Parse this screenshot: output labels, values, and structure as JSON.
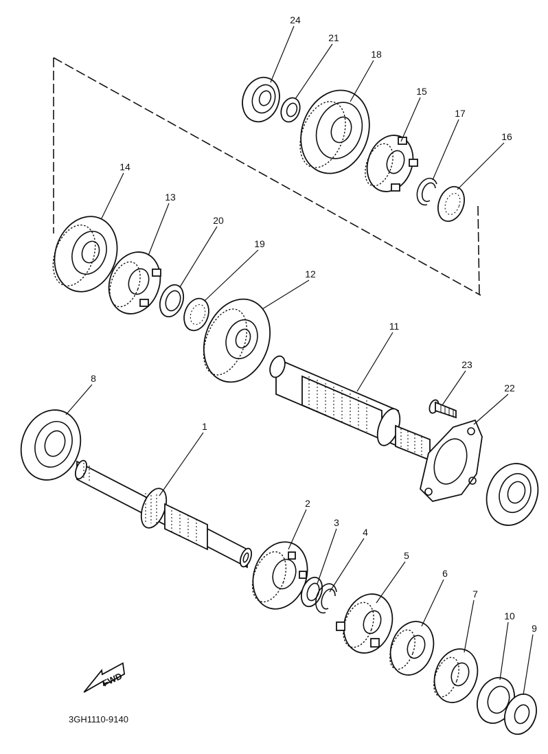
{
  "parts": [
    {
      "id": "p1",
      "label": "1"
    },
    {
      "id": "p2",
      "label": "2"
    },
    {
      "id": "p3",
      "label": "3"
    },
    {
      "id": "p4",
      "label": "4"
    },
    {
      "id": "p5",
      "label": "5"
    },
    {
      "id": "p6",
      "label": "6"
    },
    {
      "id": "p7",
      "label": "7"
    },
    {
      "id": "p8",
      "label": "8"
    },
    {
      "id": "p9",
      "label": "9"
    },
    {
      "id": "p10",
      "label": "10"
    },
    {
      "id": "p11",
      "label": "11"
    },
    {
      "id": "p12",
      "label": "12"
    },
    {
      "id": "p13",
      "label": "13"
    },
    {
      "id": "p14",
      "label": "14"
    },
    {
      "id": "p15",
      "label": "15"
    },
    {
      "id": "p16",
      "label": "16"
    },
    {
      "id": "p17",
      "label": "17"
    },
    {
      "id": "p18",
      "label": "18"
    },
    {
      "id": "p19",
      "label": "19"
    },
    {
      "id": "p20",
      "label": "20"
    },
    {
      "id": "p21",
      "label": "21"
    },
    {
      "id": "p22",
      "label": "22"
    },
    {
      "id": "p23",
      "label": "23"
    },
    {
      "id": "p24",
      "label": "24"
    }
  ],
  "fwd_label": "FWD",
  "drawing_code": "3GH1110-9140"
}
